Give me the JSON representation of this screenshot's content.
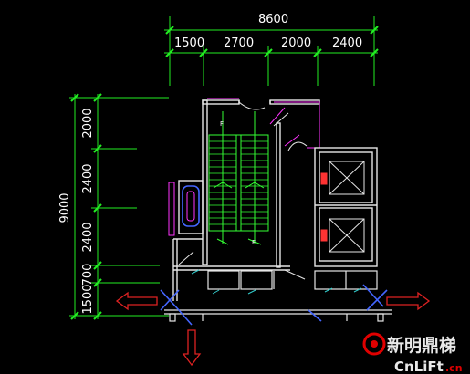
{
  "colors": {
    "background": "#000000",
    "dimension_line": "#22ee22",
    "wall": "#e6e6e6",
    "stair": "#33ff33",
    "door": "#ff33ff",
    "pipe": "#4466ff",
    "arrow": "#dd2222",
    "cyan": "#33cccc"
  },
  "dimensions": {
    "top_total": "8600",
    "top_segments": [
      "1500",
      "2700",
      "2000",
      "2400"
    ],
    "left_total": "9000",
    "left_segments": [
      "2000",
      "2400",
      "2400",
      "700",
      "1500"
    ]
  },
  "stair_marks": [
    "F",
    "F"
  ],
  "watermark": {
    "line1": "新明鼎梯",
    "line2": "CnLiFt",
    "line3": ".cn"
  }
}
